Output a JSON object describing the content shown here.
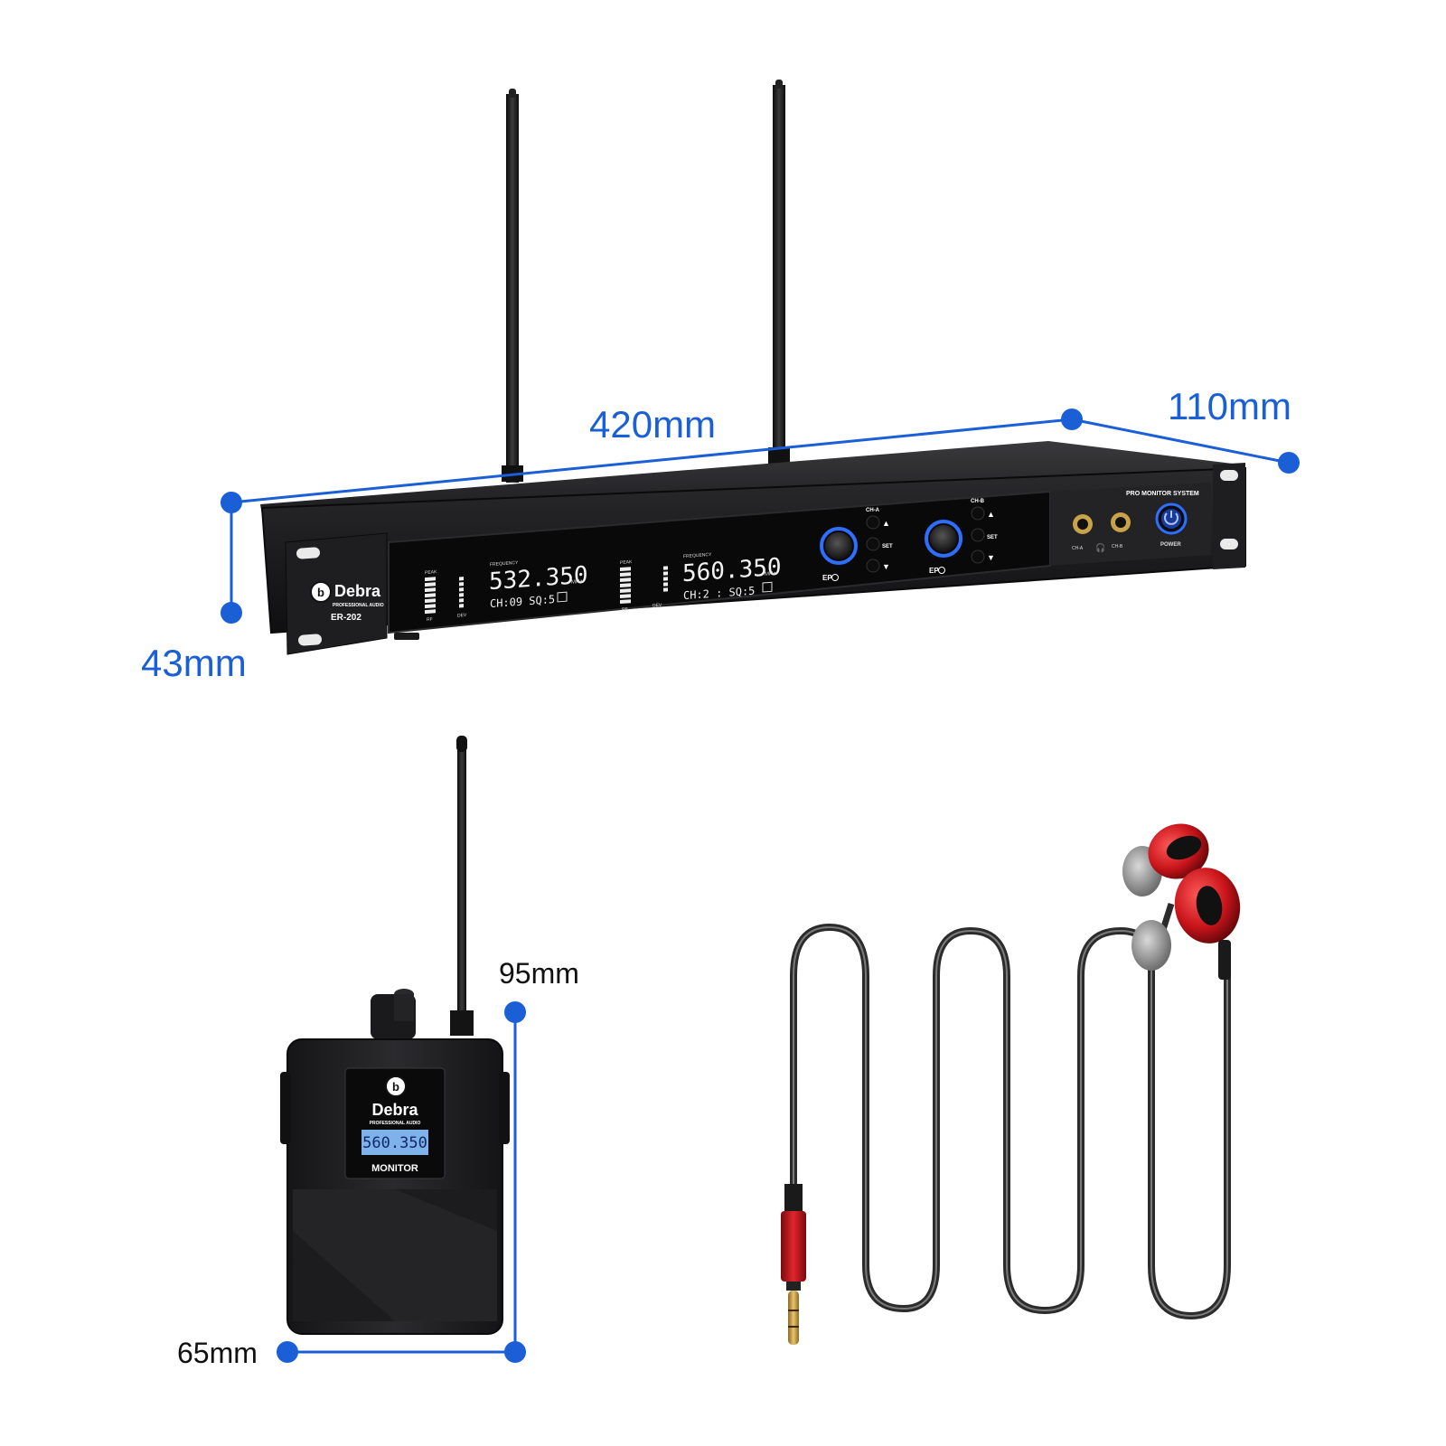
{
  "dimensions": {
    "receiver_width": "420mm",
    "receiver_depth": "110mm",
    "receiver_height": "43mm",
    "bodypack_height": "95mm",
    "bodypack_width": "65mm"
  },
  "receiver": {
    "brand": "Debra",
    "brand_sub": "PROFESSIONAL AUDIO",
    "model": "ER-202",
    "top_label": "PRO MONITOR SYSTEM",
    "power_label": "POWER",
    "cha_label": "CH-A",
    "chb_label": "CH-B",
    "set_label": "SET",
    "ep_label": "EP",
    "channels": [
      {
        "freq_caption": "FREQUENCY",
        "frequency": "532.350",
        "unit": "MHz",
        "status": "CH:09  SQ:5",
        "peak_label": "PEAK",
        "rf_label": "RF",
        "dev_label": "DEV"
      },
      {
        "freq_caption": "FREQUENCY",
        "frequency": "560.350",
        "unit": "MHz",
        "status": "CH:2 : SQ:5",
        "peak_label": "PEAK",
        "rf_label": "RF",
        "dev_label": "DEV"
      }
    ]
  },
  "bodypack": {
    "brand": "Debra",
    "brand_sub": "PROFESSIONAL AUDIO",
    "frequency": "560.350",
    "label": "MONITOR"
  },
  "colors": {
    "dimension_blue": "#1a5fd6",
    "knob_ring_blue": "#2f6fff",
    "earphone_red": "#c8141a",
    "device_black": "#1b1b1d"
  }
}
